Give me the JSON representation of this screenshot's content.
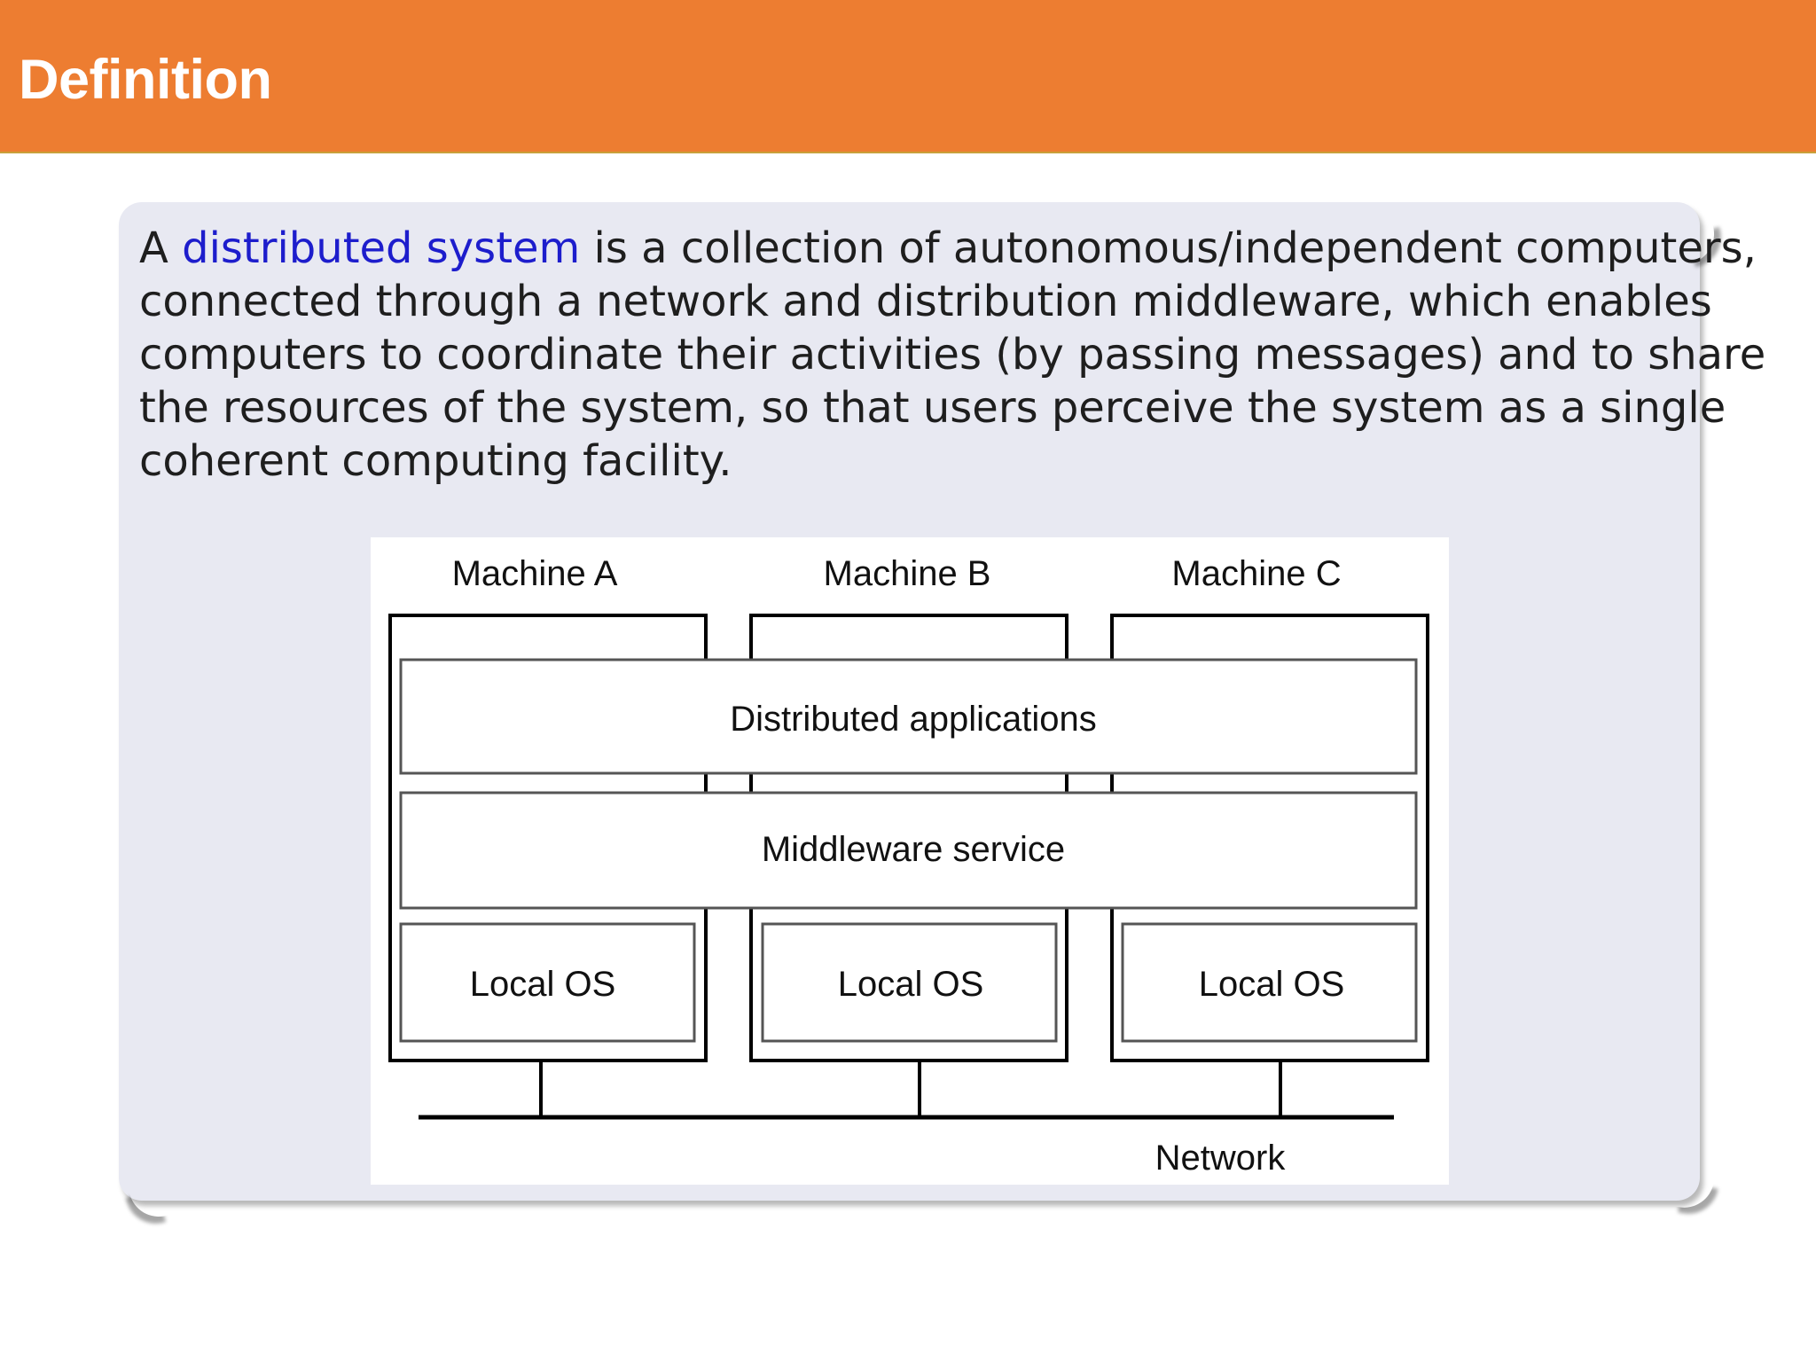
{
  "slide": {
    "title": "Definition",
    "paragraph": {
      "line1_prefix": "A ",
      "term": "distributed system",
      "line1_suffix": " is a collection of autonomous/independent computers,",
      "line2": "connected through a network and distribution middleware, which enables",
      "line3": "computers to coordinate their activities (by passing messages) and to share",
      "line4": "the resources of the system, so that users perceive the system as a single",
      "line5": "coherent computing facility."
    },
    "diagram": {
      "machines": [
        "Machine A",
        "Machine B",
        "Machine C"
      ],
      "layers": {
        "applications": "Distributed applications",
        "middleware": "Middleware service",
        "local_os": "Local OS"
      },
      "network": "Network"
    }
  },
  "colors": {
    "title_bar": "#ed7d31",
    "card_background": "#e8e9f2",
    "link": "#1d1dcc"
  }
}
